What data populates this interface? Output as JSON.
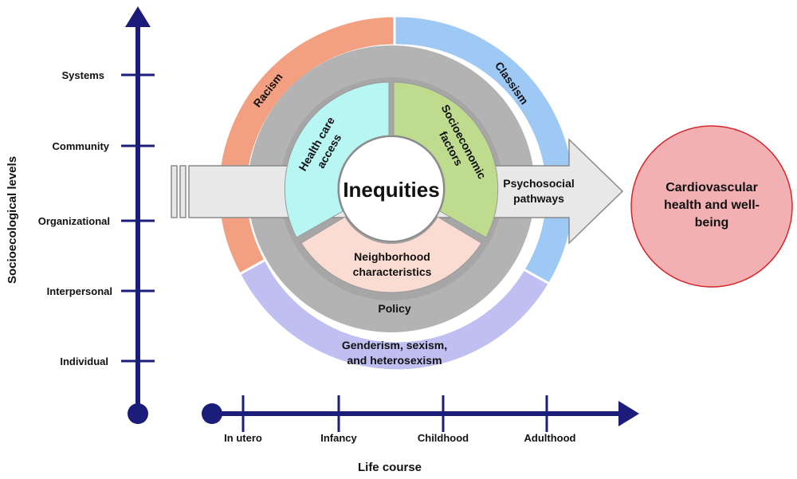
{
  "vertical_axis": {
    "title": "Socioecological levels",
    "levels": [
      "Systems",
      "Community",
      "Organizational",
      "Interpersonal",
      "Individual"
    ]
  },
  "horizontal_axis": {
    "title": "Life course",
    "stages": [
      "In utero",
      "Infancy",
      "Childhood",
      "Adulthood"
    ]
  },
  "outer_ring": {
    "racism": "Racism",
    "classism": "Classism",
    "genderism_line1": "Genderism, sexism,",
    "genderism_line2": "and heterosexism"
  },
  "middle_ring": {
    "policy": "Policy"
  },
  "inner_ring": {
    "health_care_line1": "Health care",
    "health_care_line2": "access",
    "socioeconomic_line1": "Socioeconomic",
    "socioeconomic_line2": "factors",
    "neighborhood_line1": "Neighborhood",
    "neighborhood_line2": "characteristics"
  },
  "center": {
    "label": "Inequities"
  },
  "arrow": {
    "line1": "Psychosocial",
    "line2": "pathways"
  },
  "outcome": {
    "line1": "Cardiovascular",
    "line2": "health and well-",
    "line3": "being"
  },
  "colors": {
    "axis": "#1c1c7a",
    "racism": "#f2a081",
    "classism": "#9ec9f5",
    "genderism": "#c0bff2",
    "policy_ring": "#b3b3b3",
    "health_care": "#b8f6f4",
    "socioeconomic": "#bfdc8e",
    "neighborhood": "#fbdcd2",
    "arrow": "#e8e8e8",
    "outcome_fill": "#f2b0b3",
    "outcome_stroke": "#d6272a"
  }
}
